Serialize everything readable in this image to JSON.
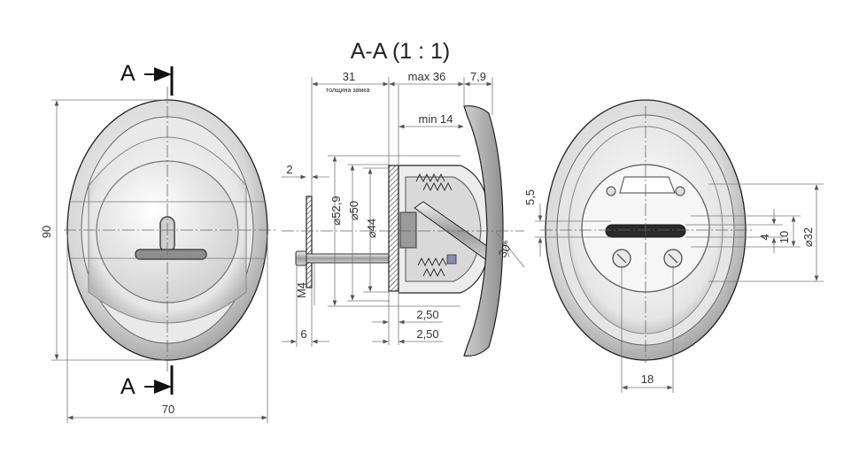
{
  "title": "A-A  (1 : 1)",
  "section_marks": {
    "top": "A",
    "bottom": "A"
  },
  "front_view": {
    "height": "90",
    "width": "70"
  },
  "section_view": {
    "dim_31": "31",
    "lock_thickness": "толщина замка",
    "max_36": "max 36",
    "dim_7_9": "7,9",
    "min_14": "min 14",
    "dim_2": "2",
    "d52_9": "⌀52,9",
    "d50": "⌀50",
    "d44": "⌀44",
    "m4": "M4",
    "dim_6": "6",
    "dim_2_50_a": "2,50",
    "dim_2_50_b": "2,50",
    "angle": "30°"
  },
  "back_view": {
    "dim_5_5": "5,5",
    "dim_4": "4",
    "dim_10": "10",
    "d32": "⌀32",
    "dim_18": "18"
  },
  "colors": {
    "line": "#222222",
    "dimension": "#777777",
    "hatch": "#444444",
    "metal": "#bdbdbd"
  }
}
